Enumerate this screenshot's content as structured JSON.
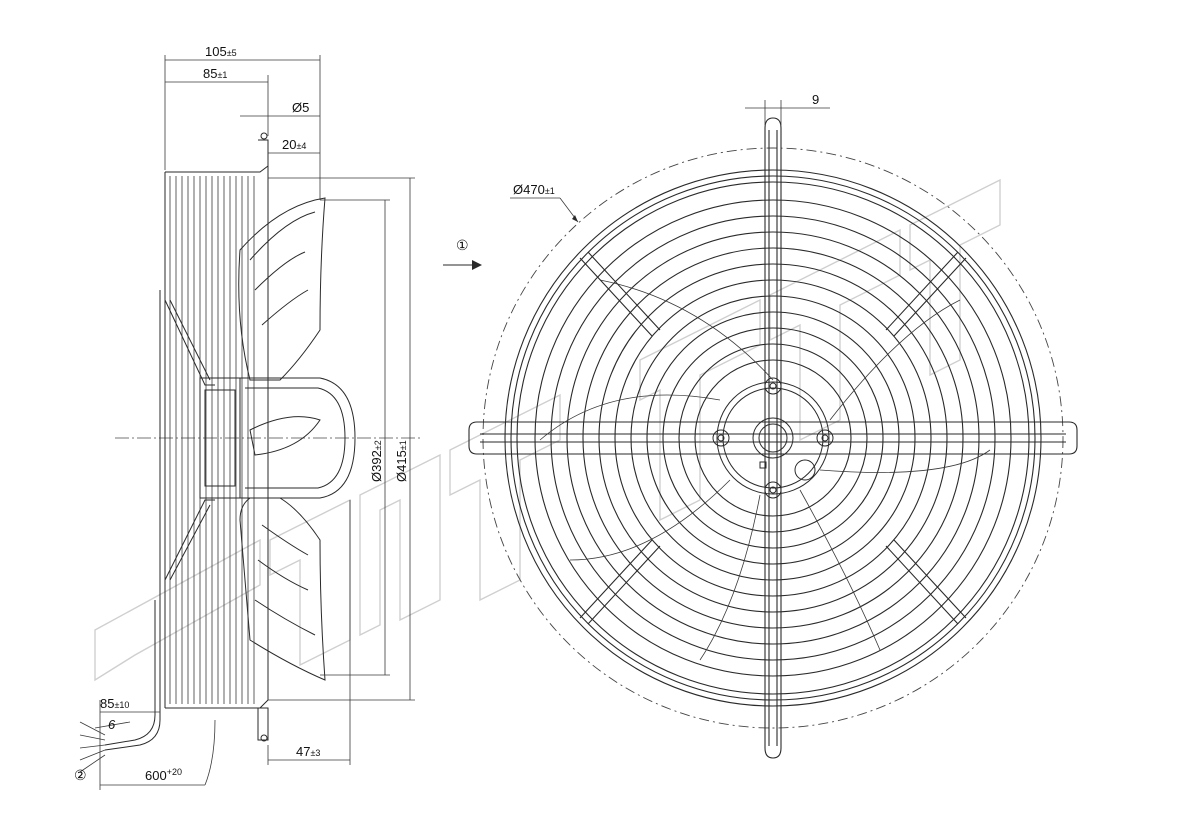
{
  "dimensions": {
    "width_105": "105",
    "width_105_tol": "±5",
    "width_85": "85",
    "width_85_tol": "±1",
    "dia_5": "Ø5",
    "width_20": "20",
    "width_20_tol": "±4",
    "dia_392": "Ø392",
    "dia_392_tol": "±2",
    "dia_415": "Ø415",
    "dia_415_tol": "±1",
    "width_47": "47",
    "width_47_tol": "±3",
    "cable_85": "85",
    "cable_85_tol": "±10",
    "cable_6": "6",
    "cable_600": "600",
    "cable_600_tol": "+20",
    "dia_470": "Ø470",
    "dia_470_tol": "±1",
    "slot_9": "9"
  },
  "callouts": {
    "airflow": "①",
    "cable": "②"
  },
  "colors": {
    "line": "#2a2a2a",
    "watermark": "#cfcfcf",
    "background": "#ffffff"
  }
}
